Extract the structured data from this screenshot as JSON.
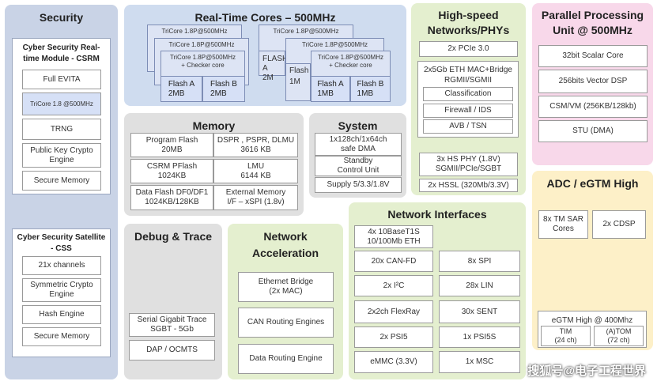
{
  "security": {
    "title": "Security",
    "csrm_title": "Cyber Security Real-time Module - CSRM",
    "csrm_items": [
      "Full EVITA",
      "TriCore 1.8 @500MHz",
      "TRNG",
      "Public Key Crypto Engine",
      "Secure Memory"
    ],
    "css_title": "Cyber Security Satellite - CSS",
    "css_items": [
      "21x channels",
      "Symmetric Crypto Engine",
      "Hash Engine",
      "Secure Memory"
    ]
  },
  "realtime": {
    "title": "Real-Time Cores – 500MHz",
    "group1": {
      "back1": "TriCore 1.8P@500MHz",
      "back2": "TriCore 1.8P@500MHz",
      "front": "TriCore 1.8P@500MHz\n+ Checker core",
      "flash_a": "Flash A\n2MB",
      "flash_b": "Flash B\n2MB"
    },
    "group2": {
      "back1": "TriCore 1.8P@500MHz",
      "back2": "TriCore 1.8P@500MHz",
      "front": "TriCore 1.8P@500MHz\n+ Checker core",
      "peek1": "FLASH A\n2M",
      "peek2": "Flash\n1M",
      "flash_a": "Flash A\n1MB",
      "flash_b": "Flash B\n1MB"
    }
  },
  "memory": {
    "title": "Memory",
    "cells": [
      "Program Flash\n20MB",
      "DSPR , PSPR, DLMU\n3616 KB",
      "CSRM PFlash\n1024KB",
      "LMU\n6144 KB",
      "Data Flash DF0/DF1\n1024KB/128KB",
      "External Memory\nI/F – xSPI (1.8v)"
    ]
  },
  "system": {
    "title": "System",
    "items": [
      "1x128ch/1x64ch\nsafe DMA",
      "Standby\nControl Unit",
      "Supply 5/3.3/1.8V"
    ]
  },
  "highspeed": {
    "title": "High-speed\nNetworks/PHYs",
    "pcie": "2x PCIe 3.0",
    "eth": "2x5Gb ETH MAC+Bridge\nRGMII/SGMII",
    "eth_items": [
      "Classification",
      "Firewall / IDS",
      "AVB / TSN"
    ],
    "phy": "3x HS PHY (1.8V)\nSGMII/PCIe/SGBT",
    "hssl": "2x HSSL (320Mb/3.3V)"
  },
  "ppu": {
    "title": "Parallel Processing\nUnit @ 500MHz",
    "items": [
      "32bit Scalar Core",
      "256bits Vector DSP",
      "CSM/VM (256KB/128kb)",
      "STU (DMA)"
    ]
  },
  "adc": {
    "title": "ADC / eGTM High",
    "sar": "8x TM SAR\nCores",
    "cdsp": "2x CDSP",
    "egtm_label": "eGTM High @ 400Mhz",
    "tim": "TIM\n(24 ch)",
    "atom": "(A)TOM\n(72 ch)"
  },
  "debug": {
    "title": "Debug & Trace",
    "items": [
      "Serial Gigabit Trace\nSGBT - 5Gb",
      "DAP / OCMTS"
    ]
  },
  "netacc": {
    "title": "Network\nAcceleration",
    "items": [
      "Ethernet Bridge\n(2x MAC)",
      "CAN Routing Engines",
      "Data Routing Engine"
    ]
  },
  "netif": {
    "title": "Network Interfaces",
    "items": [
      "4x 10BaseT1S\n10/100Mb ETH",
      "",
      "20x CAN-FD",
      "8x SPI",
      "2x I²C",
      "28x LIN",
      "2x2ch FlexRay",
      "30x SENT",
      "2x PSI5",
      "1x PSI5S",
      "eMMC (3.3V)",
      "1x MSC"
    ]
  },
  "watermark": "搜狐号@电子工程世界",
  "colors": {
    "security_bg": "#c9d3e6",
    "realtime_bg": "#cfdcef",
    "grey_bg": "#e0e0e0",
    "green_bg": "#e4efcf",
    "pink_bg": "#f8d8ea",
    "yellow_bg": "#fdf0c8"
  }
}
